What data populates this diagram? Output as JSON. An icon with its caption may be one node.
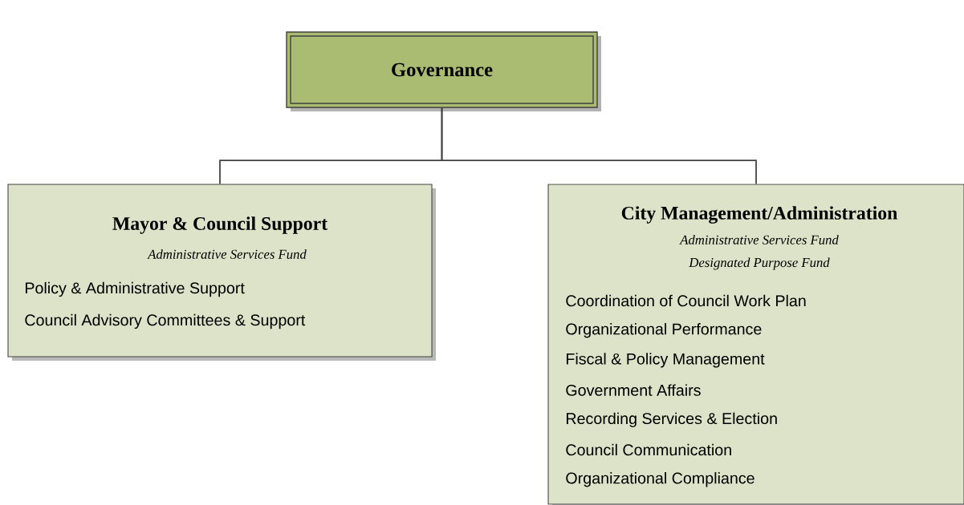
{
  "diagram": {
    "nodes": [
      {
        "text": [
          "Governance"
        ]
      },
      {
        "text": [
          "Mayor & Council Support",
          "Administrative Services Fund",
          "Policy & Administrative Support",
          "Council Advisory Committees & Support"
        ]
      },
      {
        "text": [
          "City Management/Administration",
          "Administrative Services Fund",
          "Designated Purpose Fund",
          "Coordination of Council Work Plan",
          "Organizational Performance",
          "Fiscal & Policy Management",
          "Government Affairs",
          "Recording Services & Election",
          "Council Communication",
          "Organizational Compliance"
        ]
      }
    ],
    "edges": [
      {
        "from": 0,
        "to": 1,
        "arrow": "none"
      },
      {
        "from": 0,
        "to": 2,
        "arrow": "none"
      }
    ]
  }
}
